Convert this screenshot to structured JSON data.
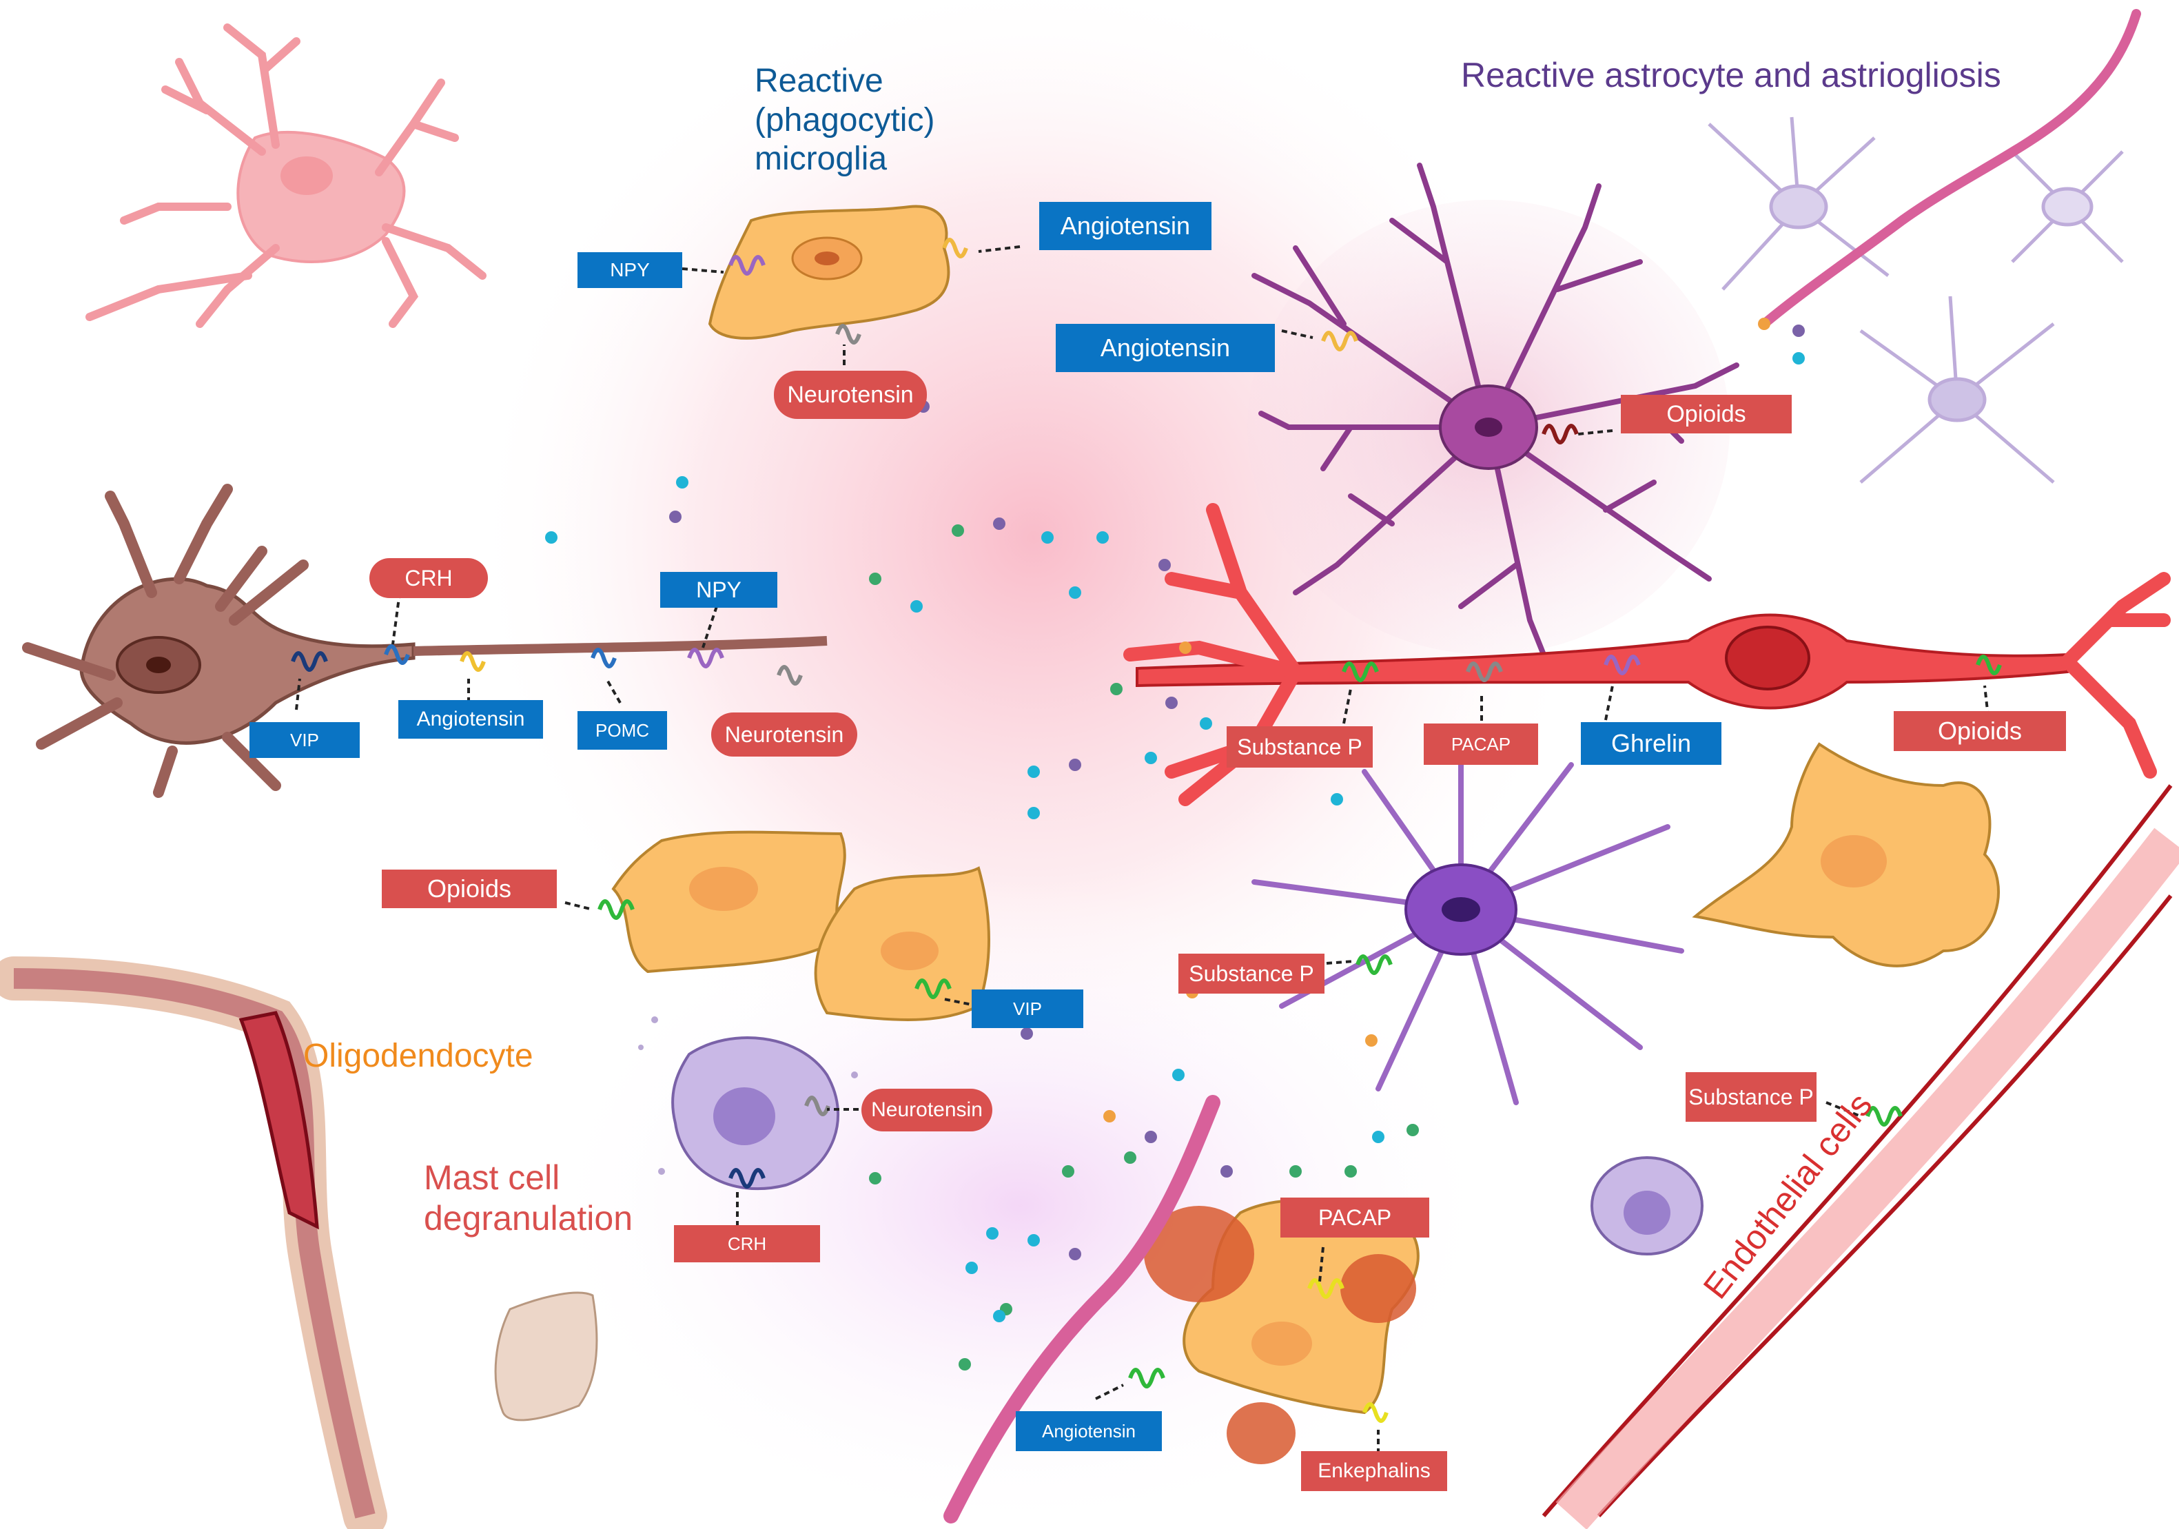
{
  "titles": {
    "microglia": "Reactive\n(phagocytic)\nmicroglia",
    "astrocyte": "Reactive astrocyte and astriogliosis",
    "oligodendrocyte": "Oligodendocyte",
    "mast_cell": "Mast cell\ndegranulation",
    "endothelial": "Endothelial cells"
  },
  "labels": {
    "npy_microglia": "NPY",
    "angiotensin_microglia": "Angiotensin",
    "neurotensin_microglia": "Neurotensin",
    "angiotensin_astro": "Angiotensin",
    "opioids_astro": "Opioids",
    "crh_axon": "CRH",
    "npy_axon": "NPY",
    "vip_axon": "VIP",
    "angiotensin_axon": "Angiotensin",
    "pomc_axon": "POMC",
    "neurotensin_axon": "Neurotensin",
    "substance_p_neuron": "Substance P",
    "pacap_neuron": "PACAP",
    "ghrelin_neuron": "Ghrelin",
    "opioids_neuron": "Opioids",
    "opioids_cells": "Opioids",
    "vip_cells": "VIP",
    "substance_p_astro": "Substance P",
    "neurotensin_mast": "Neurotensin",
    "crh_mast": "CRH",
    "pacap_bottom": "PACAP",
    "angiotensin_bottom": "Angiotensin",
    "enkephalins_bottom": "Enkephalins",
    "substance_p_endo": "Substance P"
  },
  "colors": {
    "blue_label": "#0a74c4",
    "red_label": "#d9504e",
    "microglia_title": "#0d5a96",
    "astrocyte_title": "#5b3a8c",
    "oligo_title": "#f08a1c",
    "mast_title": "#d9504e",
    "endothelial_title": "#d93030"
  }
}
